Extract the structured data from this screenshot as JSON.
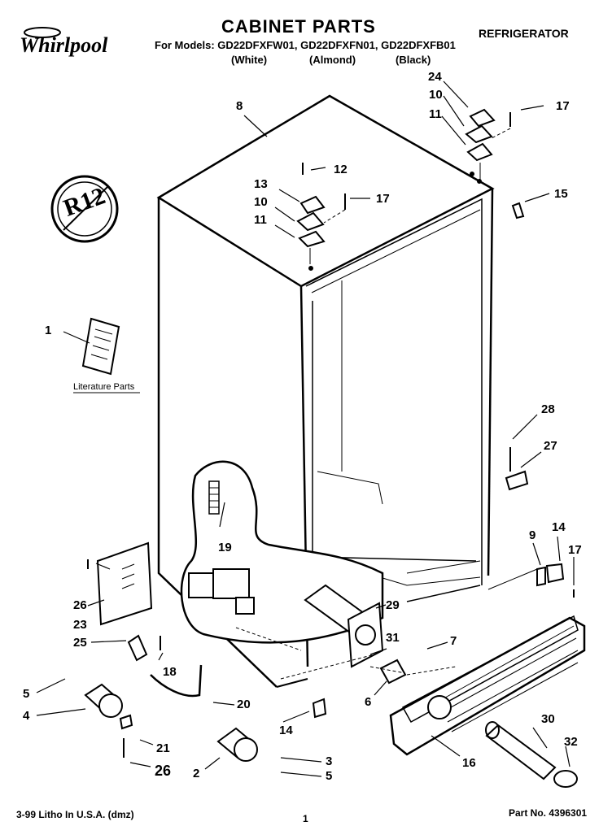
{
  "header": {
    "brand": "Whirlpool",
    "title": "CABINET PARTS",
    "category": "REFRIGERATOR",
    "models_line": "For Models: GD22DFXFW01, GD22DFXFN01, GD22DFXFB01",
    "color_white": "(White)",
    "color_almond": "(Almond)",
    "color_black": "(Black)"
  },
  "badge": "R12",
  "literature_label": "Literature Parts",
  "callouts": {
    "c1": "1",
    "c2": "2",
    "c3": "3",
    "c4": "4",
    "c5a": "5",
    "c5b": "5",
    "c6": "6",
    "c7": "7",
    "c8": "8",
    "c9": "9",
    "c10a": "10",
    "c10b": "10",
    "c11a": "11",
    "c11b": "11",
    "c12": "12",
    "c13": "13",
    "c14a": "14",
    "c14b": "14",
    "c15": "15",
    "c16": "16",
    "c17a": "17",
    "c17b": "17",
    "c17c": "17",
    "c18": "18",
    "c19": "19",
    "c20": "20",
    "c21": "21",
    "c23": "23",
    "c24": "24",
    "c25": "25",
    "c26a": "26",
    "c26b": "26",
    "c27": "27",
    "c28": "28",
    "c29": "29",
    "c30": "30",
    "c31": "31",
    "c32": "32"
  },
  "footer": {
    "litho": "3-99 Litho In U.S.A. (dmz)",
    "page": "1",
    "part_no": "Part No. 4396301"
  }
}
